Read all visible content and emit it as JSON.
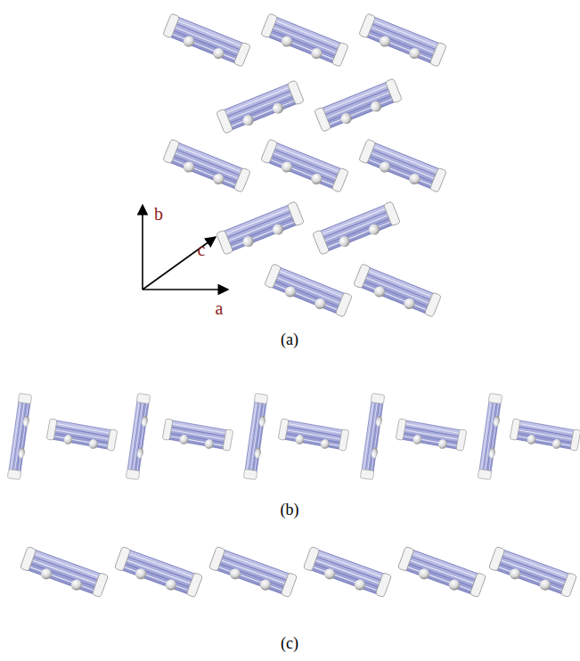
{
  "diagram": {
    "labels": [
      "b",
      "c",
      "a",
      "(a)",
      "(b)",
      "(c)"
    ]
  }
}
